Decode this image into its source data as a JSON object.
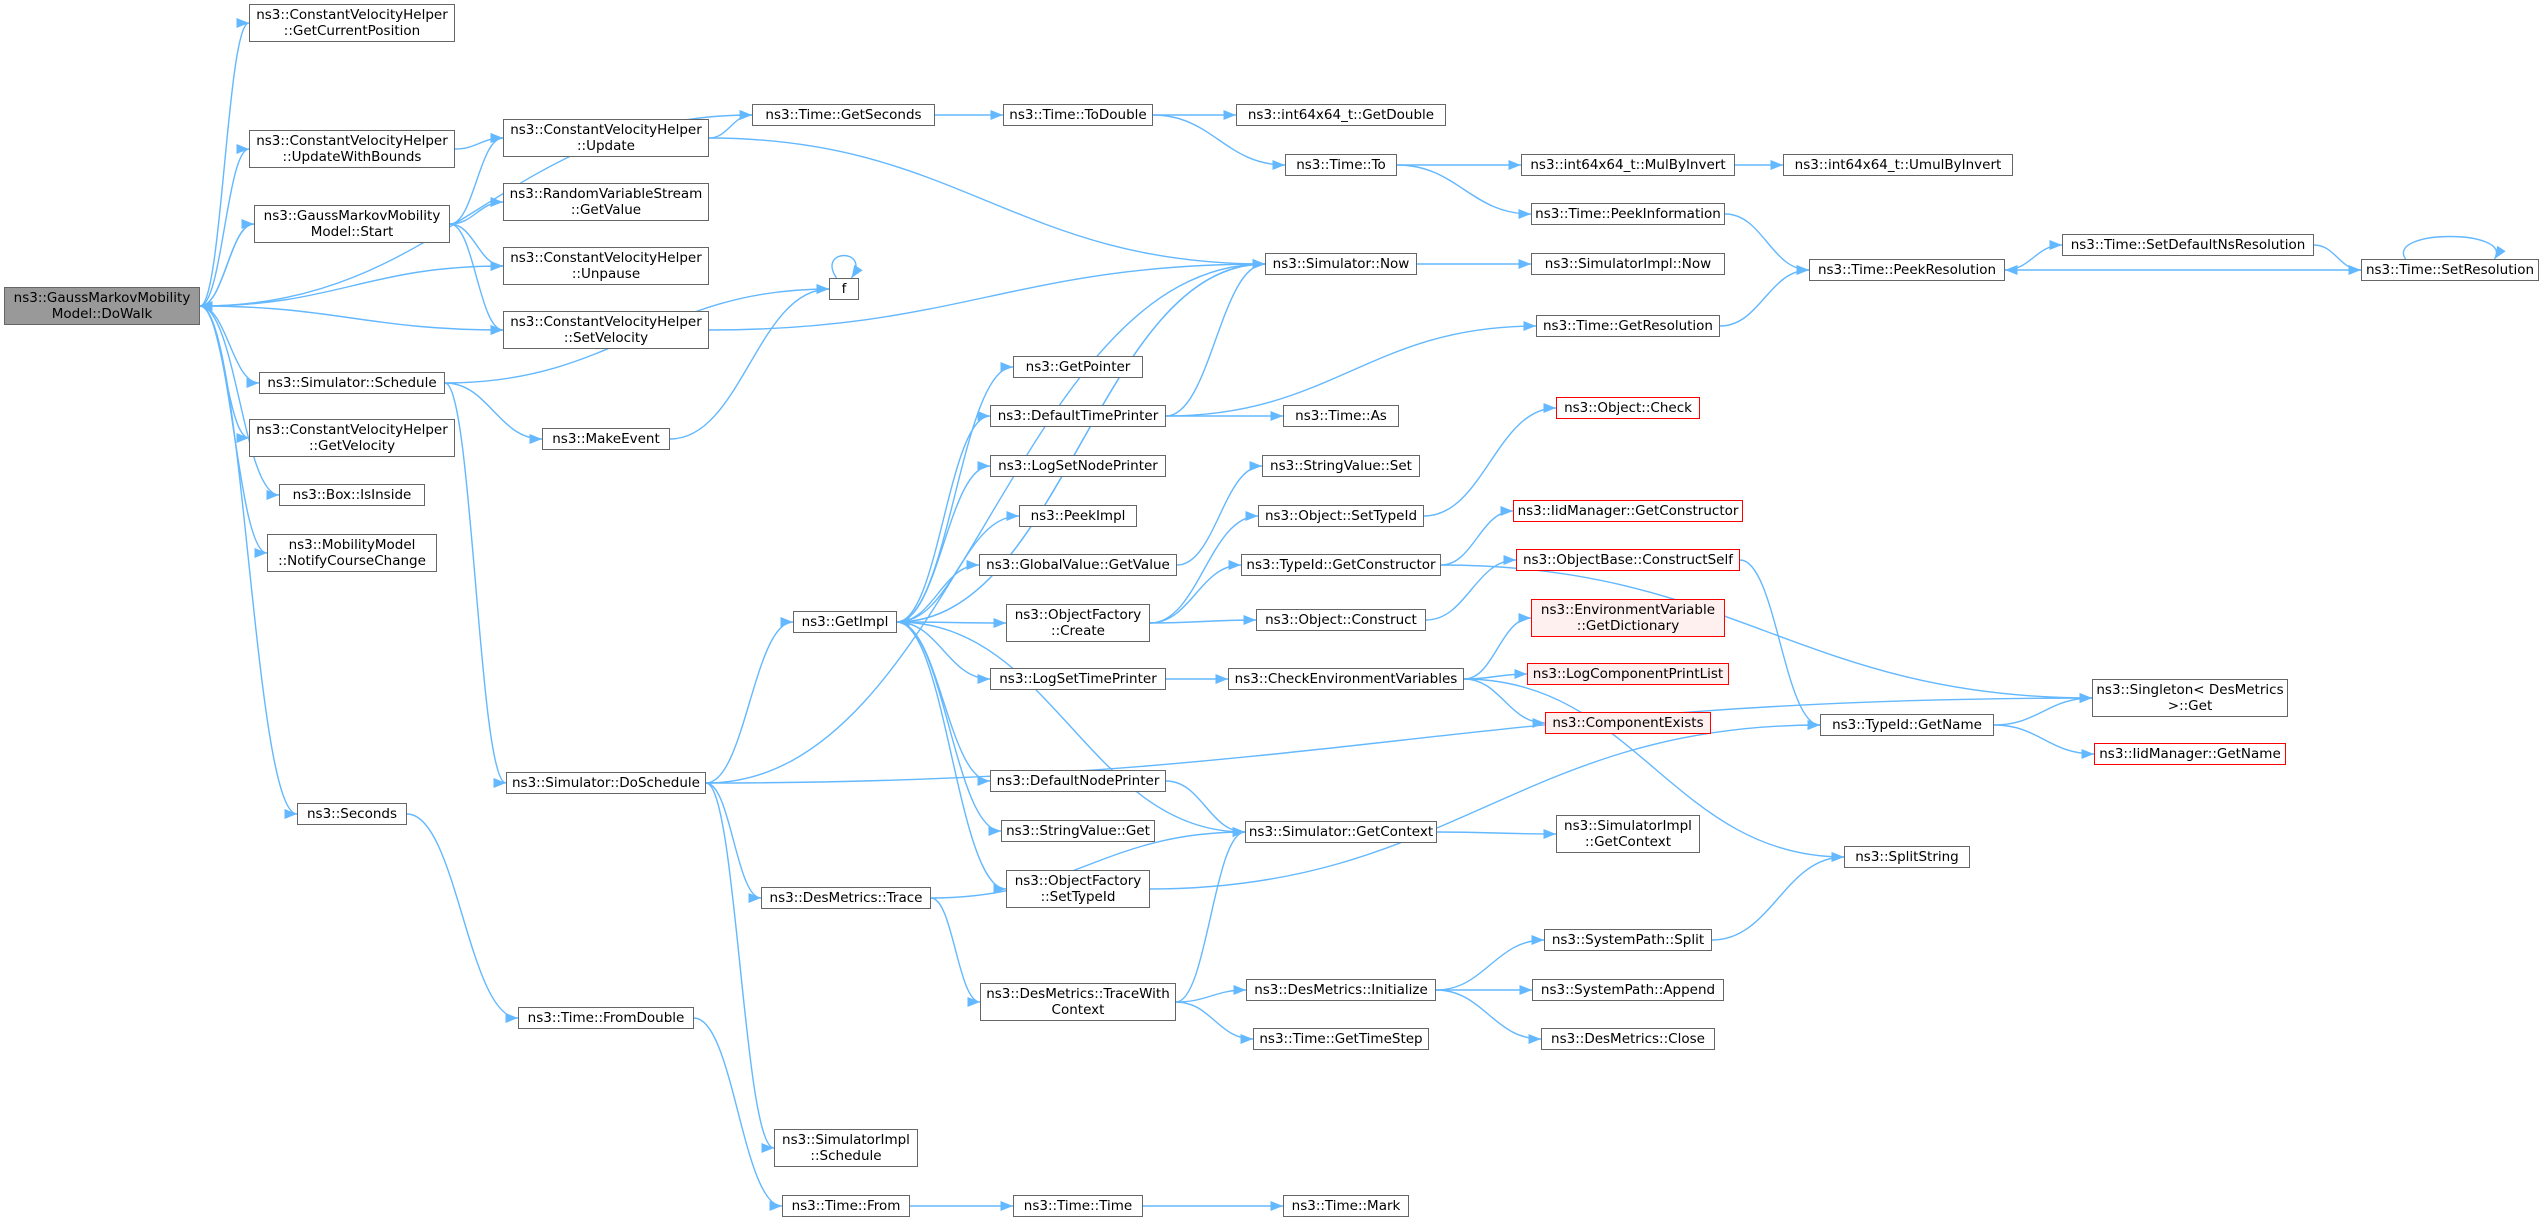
{
  "colors": {
    "edge": "#63b8ff",
    "border": "#666666",
    "root_fill": "#999999",
    "red_border": "#ff0000",
    "red_fill": "#fff0f0"
  },
  "nodes": {
    "dowalk": [
      "ns3::GaussMarkovMobility",
      "Model::DoWalk"
    ],
    "cvh_getpos": [
      "ns3::ConstantVelocityHelper",
      "::GetCurrentPosition"
    ],
    "cvh_updbounds": [
      "ns3::ConstantVelocityHelper",
      "::UpdateWithBounds"
    ],
    "gm_start": [
      "ns3::GaussMarkovMobility",
      "Model::Start"
    ],
    "sim_schedule": [
      "ns3::Simulator::Schedule"
    ],
    "cvh_getvel": [
      "ns3::ConstantVelocityHelper",
      "::GetVelocity"
    ],
    "box_inside": [
      "ns3::Box::IsInside"
    ],
    "mm_notify": [
      "ns3::MobilityModel",
      "::NotifyCourseChange"
    ],
    "seconds": [
      "ns3::Seconds"
    ],
    "cvh_update": [
      "ns3::ConstantVelocityHelper",
      "::Update"
    ],
    "rvs_getvalue": [
      "ns3::RandomVariableStream",
      "::GetValue"
    ],
    "cvh_unpause": [
      "ns3::ConstantVelocityHelper",
      "::Unpause"
    ],
    "cvh_setvel": [
      "ns3::ConstantVelocityHelper",
      "::SetVelocity"
    ],
    "makeevent": [
      "ns3::MakeEvent"
    ],
    "doschedule": [
      "ns3::Simulator::DoSchedule"
    ],
    "fromdouble": [
      "ns3::Time::FromDouble"
    ],
    "time_getseconds": [
      "ns3::Time::GetSeconds"
    ],
    "f": [
      "f"
    ],
    "getimpl": [
      "ns3::GetImpl"
    ],
    "desm_trace": [
      "ns3::DesMetrics::Trace"
    ],
    "simimpl_schedule": [
      "ns3::SimulatorImpl",
      "::Schedule"
    ],
    "time_from": [
      "ns3::Time::From"
    ],
    "time_todouble": [
      "ns3::Time::ToDouble"
    ],
    "getpointer": [
      "ns3::GetPointer"
    ],
    "defaulttimeprinter": [
      "ns3::DefaultTimePrinter"
    ],
    "logsetnodeprinter": [
      "ns3::LogSetNodePrinter"
    ],
    "peekimpl": [
      "ns3::PeekImpl"
    ],
    "gv_getvalue": [
      "ns3::GlobalValue::GetValue"
    ],
    "of_create": [
      "ns3::ObjectFactory",
      "::Create"
    ],
    "logsettimeprinter": [
      "ns3::LogSetTimePrinter"
    ],
    "defaultnodeprinter": [
      "ns3::DefaultNodePrinter"
    ],
    "sv_get": [
      "ns3::StringValue::Get"
    ],
    "of_settypeid": [
      "ns3::ObjectFactory",
      "::SetTypeId"
    ],
    "desm_tracewithctx": [
      "ns3::DesMetrics::TraceWith",
      "Context"
    ],
    "time_time": [
      "ns3::Time::Time"
    ],
    "int64_getdouble": [
      "ns3::int64x64_t::GetDouble"
    ],
    "time_to": [
      "ns3::Time::To"
    ],
    "sim_now": [
      "ns3::Simulator::Now"
    ],
    "time_as": [
      "ns3::Time::As"
    ],
    "sv_set": [
      "ns3::StringValue::Set"
    ],
    "obj_settypeid": [
      "ns3::Object::SetTypeId"
    ],
    "tid_getctor": [
      "ns3::TypeId::GetConstructor"
    ],
    "obj_construct": [
      "ns3::Object::Construct"
    ],
    "checkenv": [
      "ns3::CheckEnvironmentVariables"
    ],
    "sim_getcontext": [
      "ns3::Simulator::GetContext"
    ],
    "desm_init": [
      "ns3::DesMetrics::Initialize"
    ],
    "time_gettimestep": [
      "ns3::Time::GetTimeStep"
    ],
    "time_mark": [
      "ns3::Time::Mark"
    ],
    "int64_mulbyinvert": [
      "ns3::int64x64_t::MulByInvert"
    ],
    "time_peekinfo": [
      "ns3::Time::PeekInformation"
    ],
    "simimpl_now": [
      "ns3::SimulatorImpl::Now"
    ],
    "time_getres": [
      "ns3::Time::GetResolution"
    ],
    "obj_check": [
      "ns3::Object::Check"
    ],
    "iid_getctor": [
      "ns3::IidManager::GetConstructor"
    ],
    "ob_constructself": [
      "ns3::ObjectBase::ConstructSelf"
    ],
    "env_getdict": [
      "ns3::EnvironmentVariable",
      "::GetDictionary"
    ],
    "logcompprintlist": [
      "ns3::LogComponentPrintList"
    ],
    "compexists": [
      "ns3::ComponentExists"
    ],
    "simimpl_getctx": [
      "ns3::SimulatorImpl",
      "::GetContext"
    ],
    "sp_split": [
      "ns3::SystemPath::Split"
    ],
    "sp_append": [
      "ns3::SystemPath::Append"
    ],
    "desm_close": [
      "ns3::DesMetrics::Close"
    ],
    "int64_umulbyinvert": [
      "ns3::int64x64_t::UmulByInvert"
    ],
    "time_peekres": [
      "ns3::Time::PeekResolution"
    ],
    "tid_getname": [
      "ns3::TypeId::GetName"
    ],
    "splitstring": [
      "ns3::SplitString"
    ],
    "time_setdefres": [
      "ns3::Time::SetDefaultNsResolution"
    ],
    "time_setres": [
      "ns3::Time::SetResolution"
    ],
    "singleton_get": [
      "ns3::Singleton< DesMetrics",
      " >::Get"
    ],
    "iid_getname": [
      "ns3::IidManager::GetName"
    ]
  },
  "edges": [
    [
      "dowalk",
      "cvh_getpos"
    ],
    [
      "dowalk",
      "time_getseconds"
    ],
    [
      "dowalk",
      "cvh_updbounds"
    ],
    [
      "dowalk",
      "gm_start"
    ],
    [
      "dowalk",
      "cvh_unpause"
    ],
    [
      "dowalk",
      "cvh_setvel"
    ],
    [
      "dowalk",
      "sim_schedule"
    ],
    [
      "dowalk",
      "cvh_getvel"
    ],
    [
      "dowalk",
      "box_inside"
    ],
    [
      "dowalk",
      "mm_notify"
    ],
    [
      "dowalk",
      "seconds"
    ],
    [
      "cvh_updbounds",
      "cvh_update"
    ],
    [
      "cvh_update",
      "time_getseconds"
    ],
    [
      "cvh_update",
      "sim_now"
    ],
    [
      "gm_start",
      "dowalk"
    ],
    [
      "gm_start",
      "cvh_update"
    ],
    [
      "gm_start",
      "rvs_getvalue"
    ],
    [
      "gm_start",
      "cvh_unpause"
    ],
    [
      "gm_start",
      "cvh_setvel"
    ],
    [
      "cvh_setvel",
      "sim_now"
    ],
    [
      "sim_schedule",
      "f"
    ],
    [
      "sim_schedule",
      "makeevent"
    ],
    [
      "sim_schedule",
      "doschedule"
    ],
    [
      "makeevent",
      "f"
    ],
    [
      "f",
      "f"
    ],
    [
      "seconds",
      "fromdouble"
    ],
    [
      "fromdouble",
      "time_from"
    ],
    [
      "doschedule",
      "sim_now"
    ],
    [
      "doschedule",
      "getimpl"
    ],
    [
      "doschedule",
      "desm_trace"
    ],
    [
      "doschedule",
      "simimpl_schedule"
    ],
    [
      "doschedule",
      "singleton_get"
    ],
    [
      "time_getseconds",
      "time_todouble"
    ],
    [
      "time_todouble",
      "int64_getdouble"
    ],
    [
      "time_todouble",
      "time_to"
    ],
    [
      "time_to",
      "int64_mulbyinvert"
    ],
    [
      "time_to",
      "time_peekinfo"
    ],
    [
      "int64_mulbyinvert",
      "int64_umulbyinvert"
    ],
    [
      "time_peekinfo",
      "time_peekres"
    ],
    [
      "time_getres",
      "time_peekres"
    ],
    [
      "time_peekres",
      "time_setdefres"
    ],
    [
      "time_setdefres",
      "time_setres"
    ],
    [
      "time_setres",
      "time_peekres"
    ],
    [
      "time_setres",
      "time_setres"
    ],
    [
      "sim_now",
      "getimpl"
    ],
    [
      "sim_now",
      "simimpl_now"
    ],
    [
      "getimpl",
      "sim_now"
    ],
    [
      "getimpl",
      "getpointer"
    ],
    [
      "getimpl",
      "defaulttimeprinter"
    ],
    [
      "getimpl",
      "logsetnodeprinter"
    ],
    [
      "getimpl",
      "peekimpl"
    ],
    [
      "getimpl",
      "gv_getvalue"
    ],
    [
      "getimpl",
      "of_create"
    ],
    [
      "getimpl",
      "logsettimeprinter"
    ],
    [
      "getimpl",
      "defaultnodeprinter"
    ],
    [
      "getimpl",
      "sv_get"
    ],
    [
      "getimpl",
      "of_settypeid"
    ],
    [
      "defaulttimeprinter",
      "sim_now"
    ],
    [
      "defaulttimeprinter",
      "time_getres"
    ],
    [
      "defaulttimeprinter",
      "time_as"
    ],
    [
      "gv_getvalue",
      "sv_set"
    ],
    [
      "of_create",
      "obj_settypeid"
    ],
    [
      "of_create",
      "tid_getctor"
    ],
    [
      "of_create",
      "obj_construct"
    ],
    [
      "obj_settypeid",
      "obj_check"
    ],
    [
      "tid_getctor",
      "iid_getctor"
    ],
    [
      "tid_getctor",
      "singleton_get"
    ],
    [
      "obj_construct",
      "ob_constructself"
    ],
    [
      "ob_constructself",
      "tid_getname"
    ],
    [
      "logsettimeprinter",
      "checkenv"
    ],
    [
      "checkenv",
      "env_getdict"
    ],
    [
      "checkenv",
      "logcompprintlist"
    ],
    [
      "checkenv",
      "compexists"
    ],
    [
      "checkenv",
      "splitstring"
    ],
    [
      "defaultnodeprinter",
      "sim_getcontext"
    ],
    [
      "sim_getcontext",
      "getimpl"
    ],
    [
      "sim_getcontext",
      "simimpl_getctx"
    ],
    [
      "of_settypeid",
      "tid_getname"
    ],
    [
      "desm_trace",
      "sim_getcontext"
    ],
    [
      "desm_trace",
      "desm_tracewithctx"
    ],
    [
      "desm_tracewithctx",
      "sim_getcontext"
    ],
    [
      "desm_tracewithctx",
      "desm_init"
    ],
    [
      "desm_tracewithctx",
      "time_gettimestep"
    ],
    [
      "desm_init",
      "sp_split"
    ],
    [
      "desm_init",
      "sp_append"
    ],
    [
      "desm_init",
      "desm_close"
    ],
    [
      "sp_split",
      "splitstring"
    ],
    [
      "time_from",
      "time_time"
    ],
    [
      "time_time",
      "time_mark"
    ],
    [
      "tid_getname",
      "singleton_get"
    ],
    [
      "tid_getname",
      "iid_getname"
    ]
  ]
}
